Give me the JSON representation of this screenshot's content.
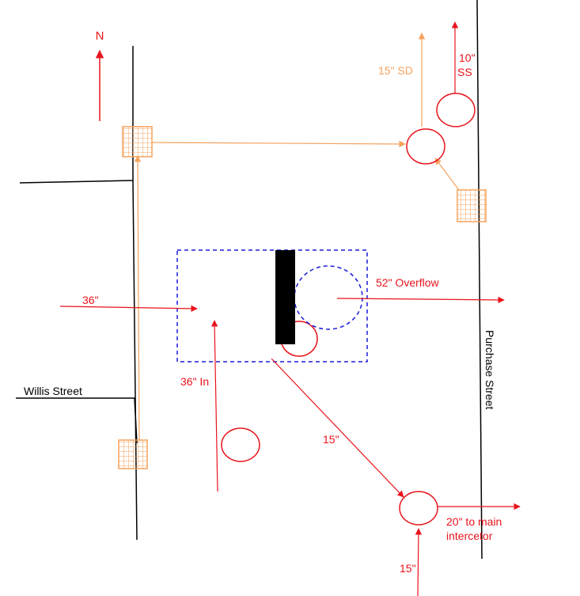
{
  "colors": {
    "street": "#000000",
    "sanitary": "#e8141c",
    "storm": "#f5a25d",
    "storm_grate": "#f5a25d",
    "overflow_structure": "#1a1adb",
    "weir": "#000000"
  },
  "labels": {
    "north": "N",
    "storm_drain_15": "15\" SD",
    "sanitary_10_line1": "10\"",
    "sanitary_10_line2": "SS",
    "inflow_36": "36\"",
    "overflow_52": "52\" Overflow",
    "inflow_36_in": "36\" In",
    "street_willis": "Willis Street",
    "street_purchase": "Purchase Street",
    "pipe_15": "15\"",
    "to_interceptor_line1": "20\" to main",
    "to_interceptor_line2": "intercetor",
    "pipe_15_bottom": "15\""
  },
  "icons": {
    "manhole": "circle",
    "storm_grate": "grid-square"
  }
}
